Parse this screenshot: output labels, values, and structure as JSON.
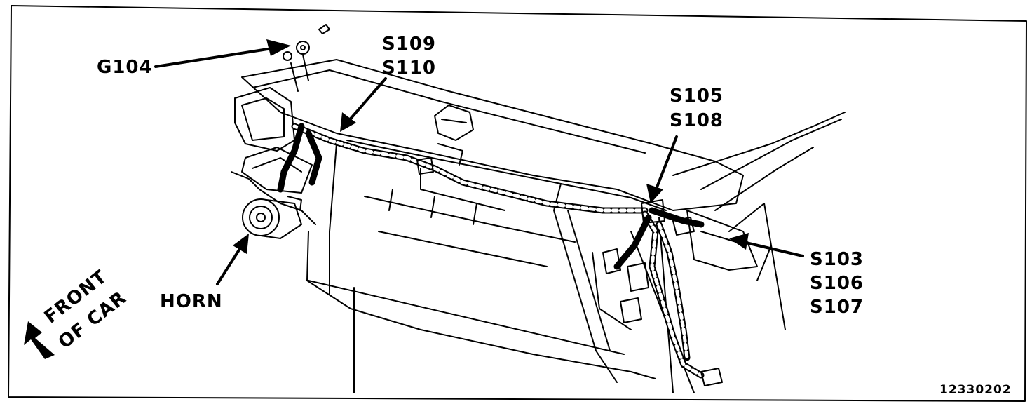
{
  "labels": {
    "g104": "G104",
    "s109": "S109",
    "s110": "S110",
    "s105": "S105",
    "s108": "S108",
    "s103": "S103",
    "s106": "S106",
    "s107": "S107",
    "horn": "HORN",
    "front": "FRONT",
    "of_car": "OF CAR",
    "figure_number": "12330202"
  }
}
